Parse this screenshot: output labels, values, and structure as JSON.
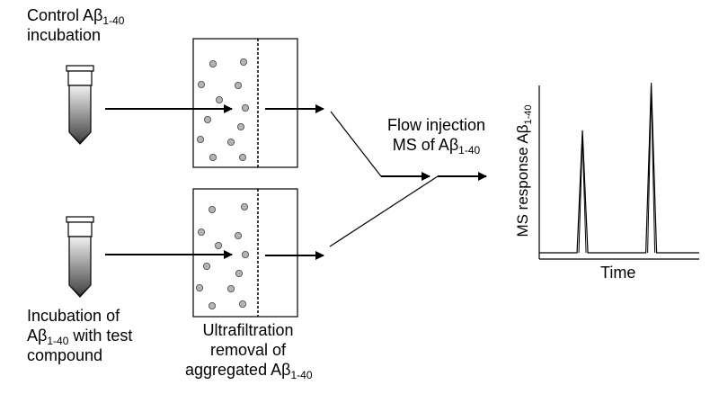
{
  "labels": {
    "control": {
      "line1_prefix": "Control A",
      "greek": "β",
      "sub": "1-40",
      "line2": "incubation"
    },
    "test": {
      "line1": "Incubation of",
      "line2_prefix": "A",
      "greek": "β",
      "sub": "1-40",
      "line2_suffix": " with test",
      "line3": "compound"
    },
    "ultrafiltration": {
      "line1": "Ultrafiltration",
      "line2": "removal of",
      "line3_prefix": "aggregated A",
      "greek": "β",
      "sub": "1-40"
    },
    "flow": {
      "line1": "Flow injection",
      "line2_prefix": "MS of A",
      "greek": "β",
      "sub": "1-40"
    }
  },
  "chart": {
    "ylabel_prefix": "MS response A",
    "greek": "β",
    "sub": "1-40",
    "xlabel": "Time"
  },
  "chart_data": {
    "type": "line",
    "title": "",
    "xlabel": "Time",
    "ylabel": "MS response Aβ1-40",
    "series": [
      {
        "name": "",
        "peaks": [
          {
            "x": 0.27,
            "height": 0.72
          },
          {
            "x": 0.7,
            "height": 1.0
          }
        ]
      }
    ],
    "grid": false
  },
  "colors": {
    "line": "#000000",
    "particle_fill": "#b4b4b4",
    "tube_gradient_top": "#f2f2f2",
    "tube_gradient_bottom": "#3c3c3c"
  }
}
